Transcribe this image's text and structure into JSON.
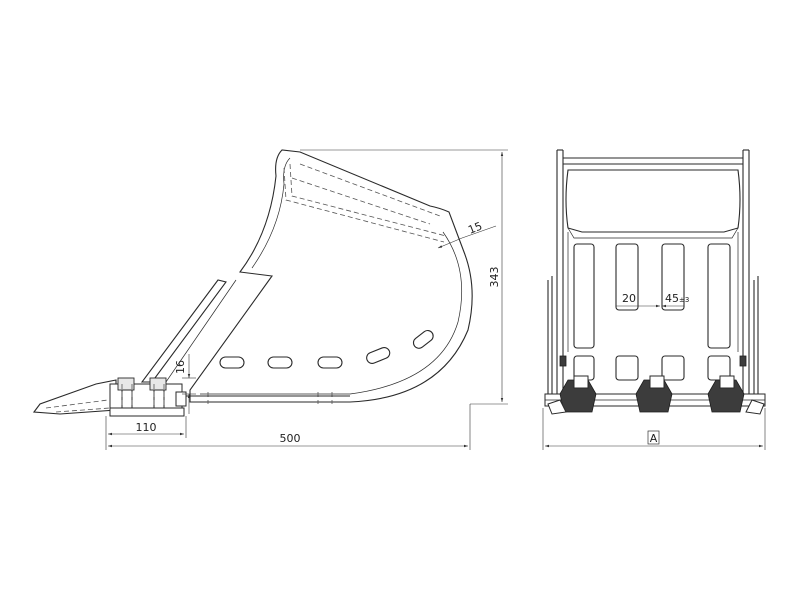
{
  "dimensions": {
    "total_length": "500",
    "height": "343",
    "tooth_offset": "110",
    "plate_thickness": "16",
    "lip_thickness": "15",
    "bar_width": "20",
    "bar_spacing": "45",
    "bar_spacing_tol": "±3",
    "width_ref": "A"
  },
  "colors": {
    "line": "#2a2a2a",
    "background": "#ffffff"
  }
}
